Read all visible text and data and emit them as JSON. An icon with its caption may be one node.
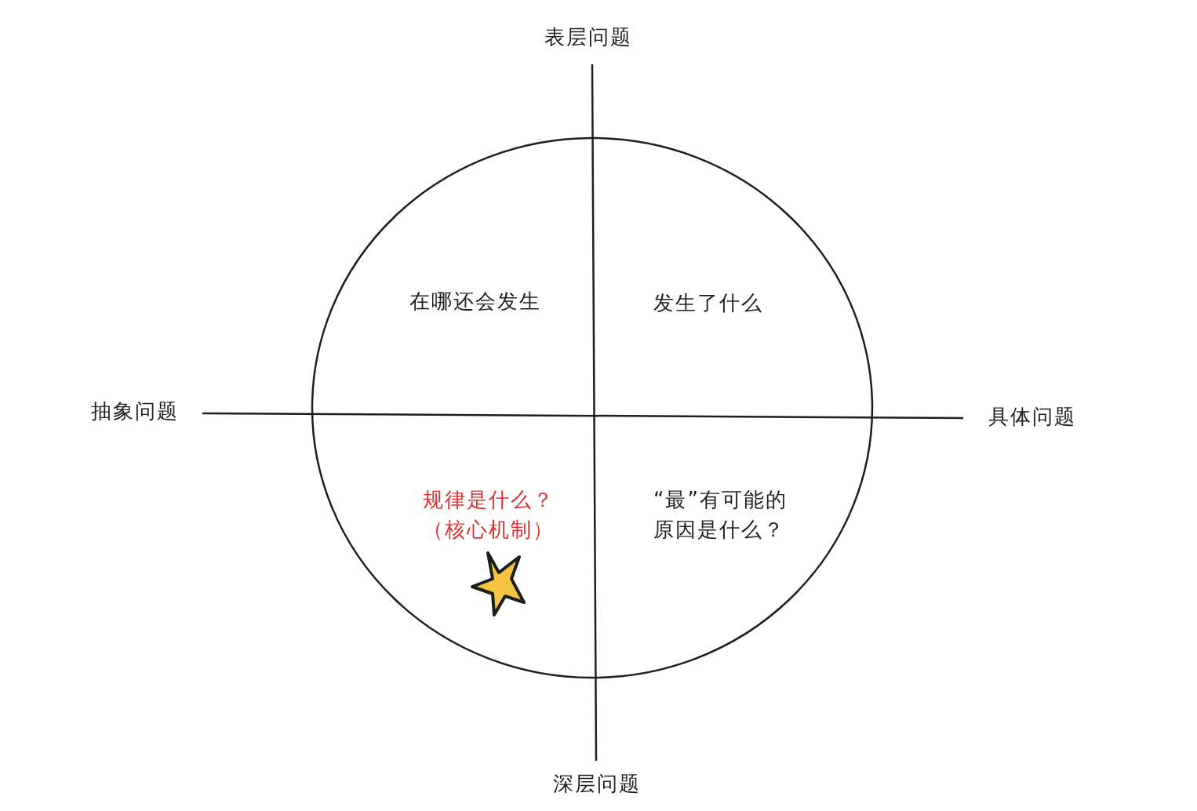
{
  "diagram": {
    "labels": [
      "表层问题",
      "在哪还会发生",
      "发生了什么",
      "抽象问题",
      "具体问题",
      "规律是什么？（核心机制）",
      "“最”有可能的原因是什么？",
      "深层问题"
    ]
  }
}
